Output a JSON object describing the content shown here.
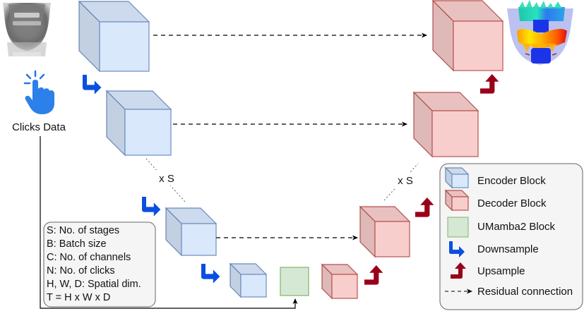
{
  "labels": {
    "clicks_data": "Clicks Data",
    "stages_left": "x S",
    "stages_right": "x S"
  },
  "notes": [
    "S: No. of stages",
    "B: Batch size",
    "C: No. of channels",
    "N: No. of clicks",
    "H, W, D: Spatial dim.",
    "T = H x W x D"
  ],
  "legend": {
    "items": [
      {
        "icon": "encoder-cube-icon",
        "label": "Encoder Block"
      },
      {
        "icon": "decoder-cube-icon",
        "label": "Decoder Block"
      },
      {
        "icon": "umamba2-square-icon",
        "label": "UMamba2 Block"
      },
      {
        "icon": "downsample-arrow-icon",
        "label": "Downsample"
      },
      {
        "icon": "upsample-arrow-icon",
        "label": "Upsample"
      },
      {
        "icon": "dashed-arrow-icon",
        "label": "Residual connection"
      }
    ]
  },
  "colors": {
    "encoder_fill": "#dae8fc",
    "encoder_stroke": "#6c8ebf",
    "decoder_fill": "#f8cecc",
    "decoder_stroke": "#b85450",
    "umamba_fill": "#d5e8d4",
    "umamba_stroke": "#82b366",
    "downsample": "#0a4fe0",
    "upsample": "#990019"
  }
}
